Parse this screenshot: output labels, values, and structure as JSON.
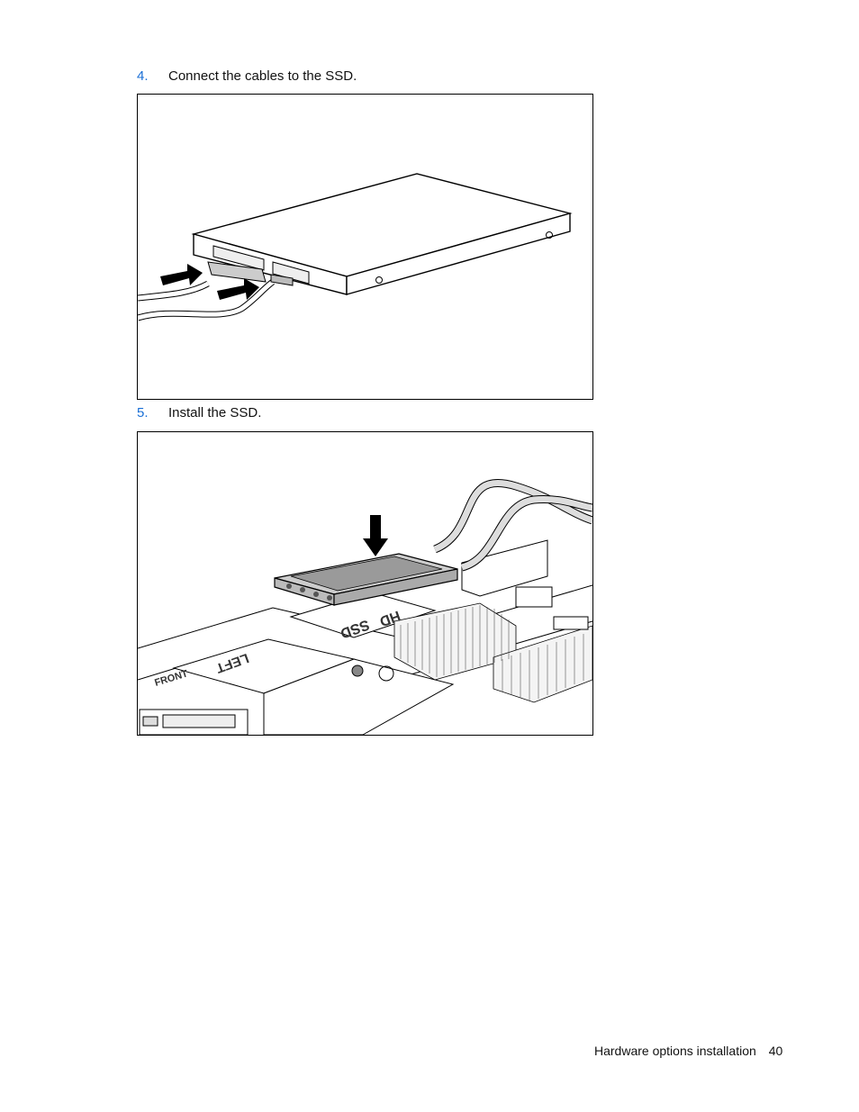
{
  "steps": [
    {
      "number": "4.",
      "text": "Connect the cables to the SSD."
    },
    {
      "number": "5.",
      "text": "Install the SSD."
    }
  ],
  "footer": {
    "section": "Hardware options installation",
    "page": "40"
  },
  "figure2_labels": {
    "front": "FRONT",
    "left": "LEFT",
    "ssd": "SSD",
    "hd": "HD"
  },
  "colors": {
    "step_number": "#1a6fd6"
  }
}
